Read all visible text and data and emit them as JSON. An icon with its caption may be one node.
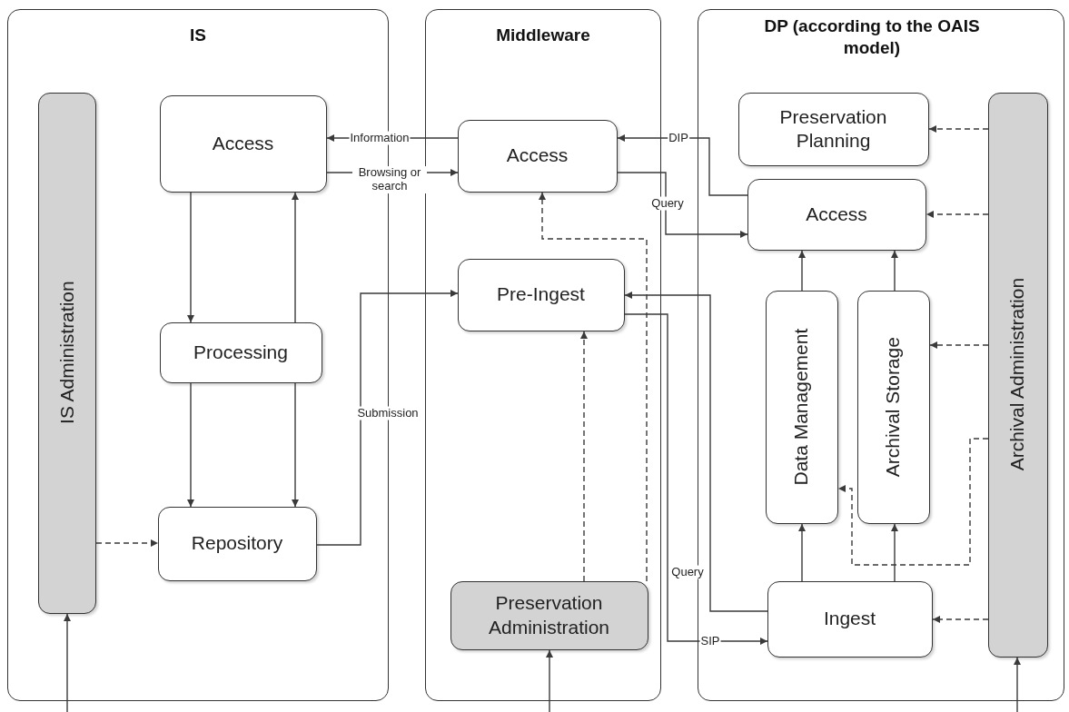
{
  "diagram": {
    "nodes": [
      {
        "text": [
          "IS"
        ]
      },
      {
        "text": [
          "IS Administration"
        ],
        "in": 0
      },
      {
        "text": [
          "Access"
        ],
        "in": 0
      },
      {
        "text": [
          "Processing"
        ],
        "in": 0
      },
      {
        "text": [
          "Repository"
        ],
        "in": 0
      },
      {
        "text": [
          "Middleware"
        ]
      },
      {
        "text": [
          "Access"
        ],
        "in": 5
      },
      {
        "text": [
          "Pre-Ingest"
        ],
        "in": 5
      },
      {
        "text": [
          "Preservation Administration"
        ],
        "in": 5
      },
      {
        "text": [
          "DP (according to the OAIS model)"
        ]
      },
      {
        "text": [
          "Preservation Planning"
        ],
        "in": 9
      },
      {
        "text": [
          "Access"
        ],
        "in": 9
      },
      {
        "text": [
          "Data Management"
        ],
        "in": 9
      },
      {
        "text": [
          "Archival Storage"
        ],
        "in": 9
      },
      {
        "text": [
          "Ingest"
        ],
        "in": 9
      },
      {
        "text": [
          "Archival Administration"
        ],
        "in": 9
      }
    ],
    "edges": [
      {
        "from": 6,
        "to": 2,
        "arrow": "to",
        "label": "Information"
      },
      {
        "from": 2,
        "to": 6,
        "arrow": "to",
        "label": "Browsing or search"
      },
      {
        "from": 2,
        "to": 3,
        "arrow": "to"
      },
      {
        "from": 3,
        "to": 2,
        "arrow": "to"
      },
      {
        "from": 3,
        "to": 4,
        "arrow": "to"
      },
      {
        "from": 3,
        "to": 4,
        "arrow": "to"
      },
      {
        "from": 1,
        "to": 4,
        "arrow": "to",
        "style": "dashed"
      },
      {
        "from": 4,
        "to": 7,
        "arrow": "to",
        "label": "Submission"
      },
      {
        "from": 11,
        "to": 6,
        "arrow": "to",
        "label": "DIP"
      },
      {
        "from": 6,
        "to": 11,
        "arrow": "to",
        "label": "Query"
      },
      {
        "from": 14,
        "to": 7,
        "arrow": "to",
        "label": "Query"
      },
      {
        "from": 7,
        "to": 14,
        "arrow": "to",
        "label": "SIP"
      },
      {
        "from": 8,
        "to": 7,
        "arrow": "to",
        "style": "dashed"
      },
      {
        "from": 8,
        "to": 6,
        "arrow": "to",
        "style": "dashed"
      },
      {
        "from": 12,
        "to": 11,
        "arrow": "to"
      },
      {
        "from": 13,
        "to": 11,
        "arrow": "to"
      },
      {
        "from": 14,
        "to": 12,
        "arrow": "to"
      },
      {
        "from": 14,
        "to": 13,
        "arrow": "to"
      },
      {
        "from": 15,
        "to": 10,
        "arrow": "to",
        "style": "dashed"
      },
      {
        "from": 15,
        "to": 11,
        "arrow": "to",
        "style": "dashed"
      },
      {
        "from": 15,
        "to": 13,
        "arrow": "to",
        "style": "dashed"
      },
      {
        "from": 15,
        "to": 12,
        "arrow": "to",
        "style": "dashed"
      },
      {
        "from": 15,
        "to": 14,
        "arrow": "to",
        "style": "dashed"
      },
      {
        "from": null,
        "to": 1,
        "arrow": "to"
      },
      {
        "from": null,
        "to": 8,
        "arrow": "to"
      },
      {
        "from": null,
        "to": 15,
        "arrow": "to"
      }
    ]
  }
}
